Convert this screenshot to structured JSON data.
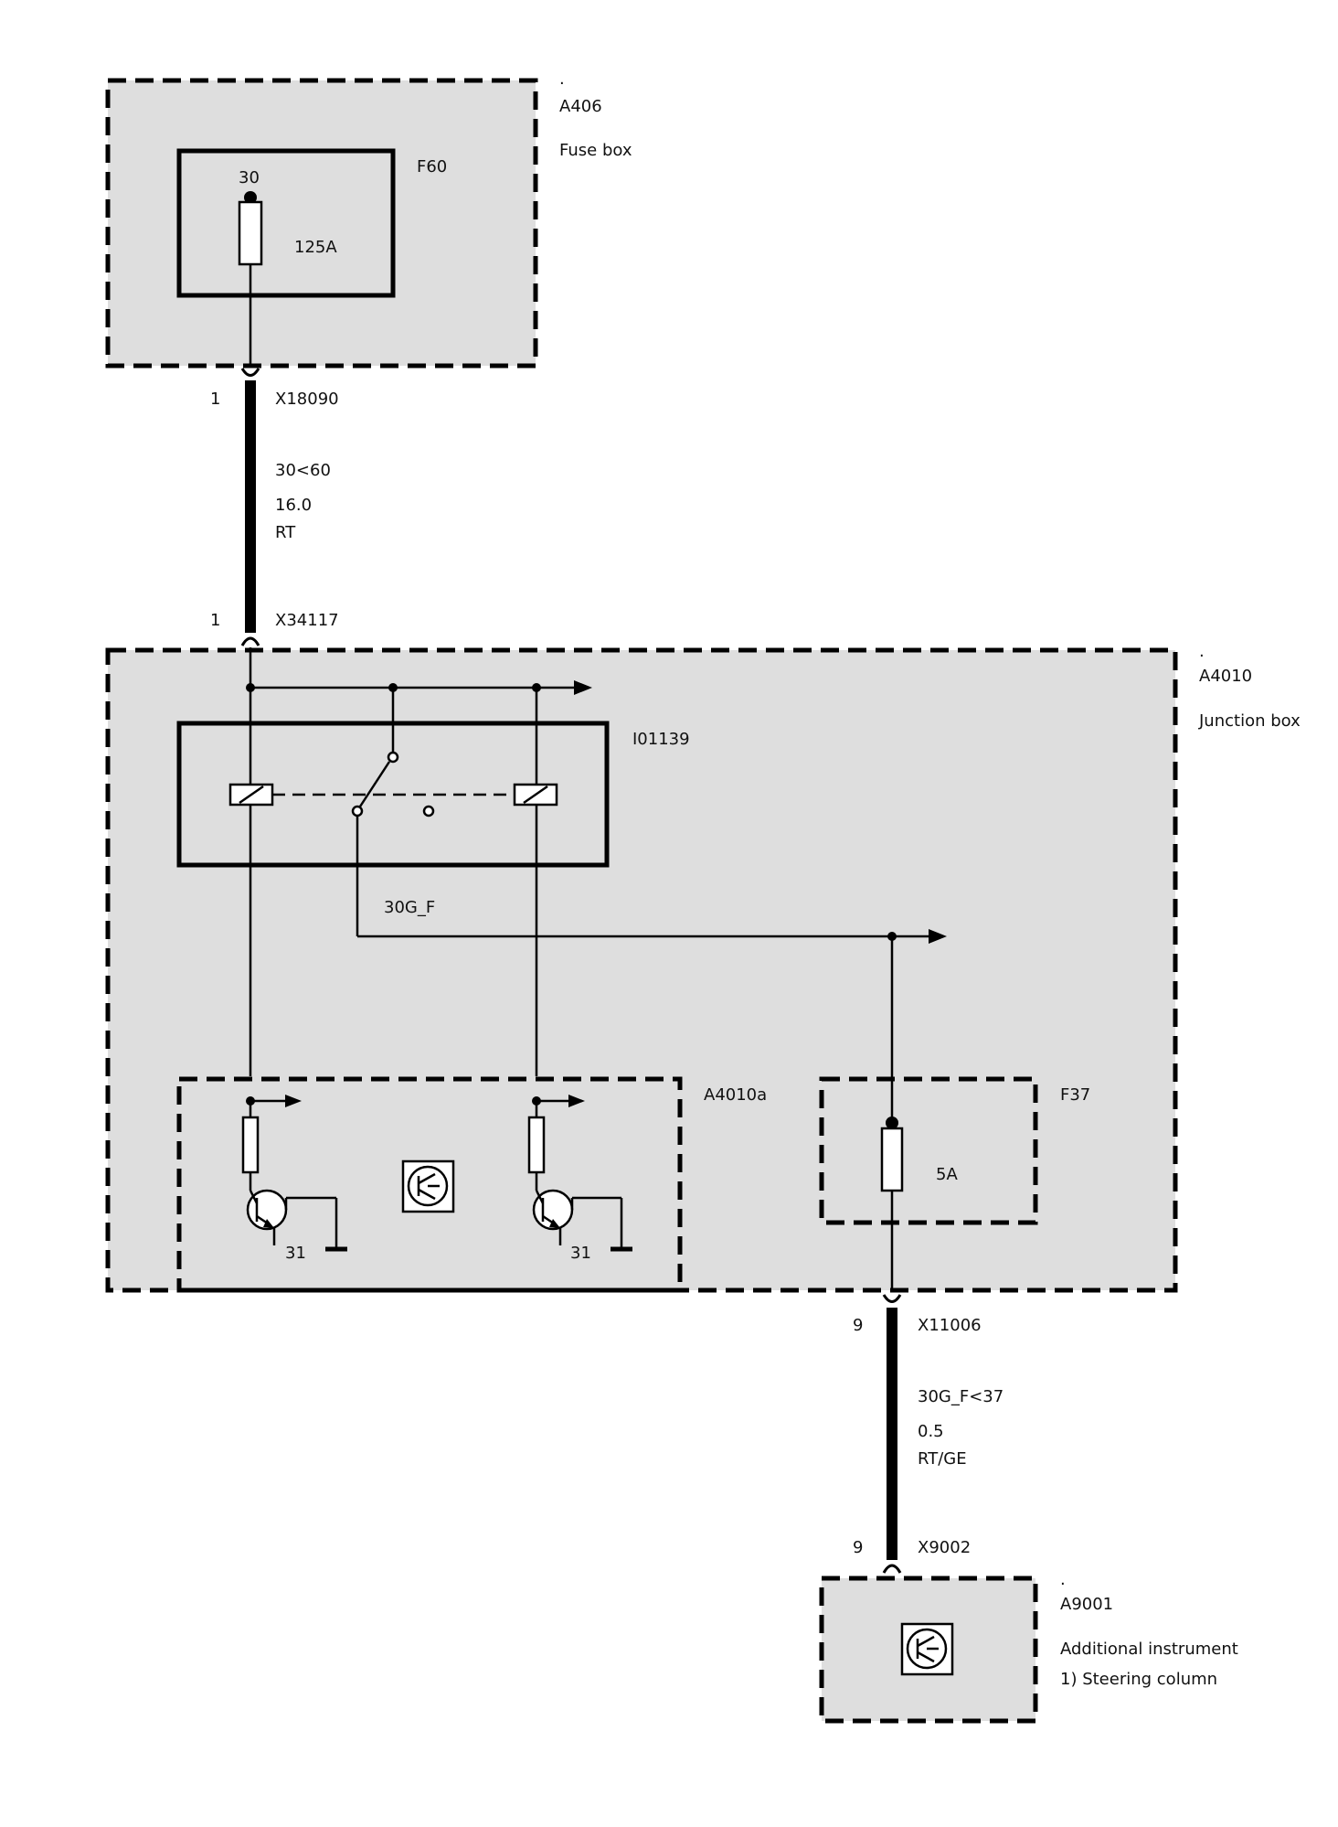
{
  "a406": {
    "dot": ".",
    "id": "A406",
    "name": "Fuse box"
  },
  "f60": {
    "id": "F60",
    "terminal": "30",
    "rating": "125A"
  },
  "x18090": {
    "pin": "1",
    "id": "X18090"
  },
  "wire1": {
    "signal": "30<60",
    "size": "16.0",
    "color": "RT"
  },
  "x34117": {
    "pin": "1",
    "id": "X34117"
  },
  "a4010": {
    "dot": ".",
    "id": "A4010",
    "name": "Junction box"
  },
  "i01139": {
    "id": "I01139"
  },
  "net": {
    "label": "30G_F"
  },
  "a4010a": {
    "id": "A4010a",
    "gnd_left": "31",
    "gnd_right": "31"
  },
  "f37": {
    "id": "F37",
    "rating": "5A"
  },
  "x11006": {
    "pin": "9",
    "id": "X11006"
  },
  "wire2": {
    "signal": "30G_F<37",
    "size": "0.5",
    "color": "RT/GE"
  },
  "x9002": {
    "pin": "9",
    "id": "X9002"
  },
  "a9001": {
    "dot": ".",
    "id": "A9001",
    "name": "Additional instrument",
    "note": "1) Steering column"
  }
}
